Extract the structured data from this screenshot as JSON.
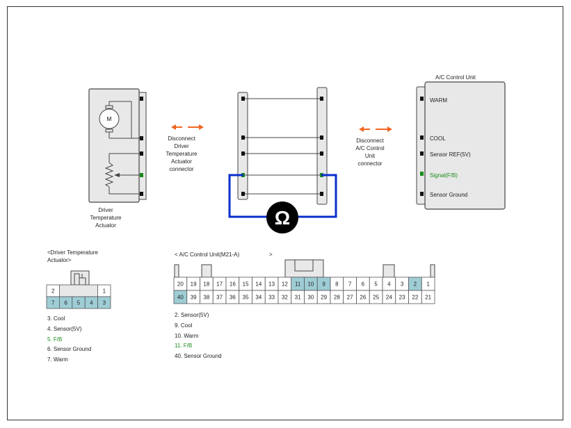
{
  "colors": {
    "arrow": "#f26522",
    "loop": "#0a2ecc",
    "signal": "#1a8a1a",
    "highlight": "#9fcdd6",
    "body": "#e8e8e8",
    "ohm_bg": "#000000"
  },
  "actuator": {
    "motor_letter": "M",
    "label_lines": [
      "Driver",
      "Temperature",
      "Actuator"
    ]
  },
  "disconnect_left": {
    "lines": [
      "Disconnect",
      "Driver",
      "Temperature",
      "Actuator",
      "connector"
    ]
  },
  "disconnect_right": {
    "lines": [
      "Disconnect",
      "A/C Control",
      "Unit",
      "connector"
    ]
  },
  "ohmmeter": {
    "symbol": "Ω"
  },
  "control_unit": {
    "title": "A/C Control Unit",
    "pins": [
      {
        "label": "WARM",
        "signal": false
      },
      {
        "label": "COOL",
        "signal": false
      },
      {
        "label": "Sensor REF(5V)",
        "signal": false
      },
      {
        "label": "Signal(F/B)",
        "signal": true
      },
      {
        "label": "Sensor Ground",
        "signal": false
      }
    ]
  },
  "actuator_connector": {
    "title_lines": [
      "<Driver Temperature",
      "Actuator>"
    ],
    "top_row": [
      {
        "n": "2",
        "hl": false
      },
      {
        "n": "",
        "hl": false
      },
      {
        "n": "",
        "hl": false
      },
      {
        "n": "",
        "hl": false
      },
      {
        "n": "1",
        "hl": false
      }
    ],
    "bottom_row": [
      {
        "n": "7",
        "hl": true
      },
      {
        "n": "6",
        "hl": true
      },
      {
        "n": "5",
        "hl": true
      },
      {
        "n": "4",
        "hl": true
      },
      {
        "n": "3",
        "hl": true
      }
    ],
    "pins": [
      {
        "text": "3. Cool",
        "signal": false
      },
      {
        "text": "4. Sensor(5V)",
        "signal": false
      },
      {
        "text": "5. F/B",
        "signal": true
      },
      {
        "text": "6. Sensor Ground",
        "signal": false
      },
      {
        "text": "7. Warm",
        "signal": false
      }
    ]
  },
  "acu_connector": {
    "title": "< A/C Control Unit(M21-A)",
    "title_end": ">",
    "top_row": [
      {
        "n": "20",
        "hl": false
      },
      {
        "n": "19",
        "hl": false
      },
      {
        "n": "18",
        "hl": false
      },
      {
        "n": "17",
        "hl": false
      },
      {
        "n": "16",
        "hl": false
      },
      {
        "n": "15",
        "hl": false
      },
      {
        "n": "14",
        "hl": false
      },
      {
        "n": "13",
        "hl": false
      },
      {
        "n": "12",
        "hl": false
      },
      {
        "n": "11",
        "hl": true
      },
      {
        "n": "10",
        "hl": true
      },
      {
        "n": "9",
        "hl": true
      },
      {
        "n": "8",
        "hl": false
      },
      {
        "n": "7",
        "hl": false
      },
      {
        "n": "6",
        "hl": false
      },
      {
        "n": "5",
        "hl": false
      },
      {
        "n": "4",
        "hl": false
      },
      {
        "n": "3",
        "hl": false
      },
      {
        "n": "2",
        "hl": true
      },
      {
        "n": "1",
        "hl": false
      }
    ],
    "bottom_row": [
      {
        "n": "40",
        "hl": true
      },
      {
        "n": "39",
        "hl": false
      },
      {
        "n": "38",
        "hl": false
      },
      {
        "n": "37",
        "hl": false
      },
      {
        "n": "36",
        "hl": false
      },
      {
        "n": "35",
        "hl": false
      },
      {
        "n": "34",
        "hl": false
      },
      {
        "n": "33",
        "hl": false
      },
      {
        "n": "32",
        "hl": false
      },
      {
        "n": "31",
        "hl": false
      },
      {
        "n": "30",
        "hl": false
      },
      {
        "n": "29",
        "hl": false
      },
      {
        "n": "28",
        "hl": false
      },
      {
        "n": "27",
        "hl": false
      },
      {
        "n": "26",
        "hl": false
      },
      {
        "n": "25",
        "hl": false
      },
      {
        "n": "24",
        "hl": false
      },
      {
        "n": "23",
        "hl": false
      },
      {
        "n": "22",
        "hl": false
      },
      {
        "n": "21",
        "hl": false
      }
    ],
    "pins": [
      {
        "text": "2. Sensor(5V)",
        "signal": false
      },
      {
        "text": "9. Cool",
        "signal": false
      },
      {
        "text": "10. Warm",
        "signal": false
      },
      {
        "text": "11. F/B",
        "signal": true
      },
      {
        "text": "40. Sensor Ground",
        "signal": false
      }
    ]
  }
}
